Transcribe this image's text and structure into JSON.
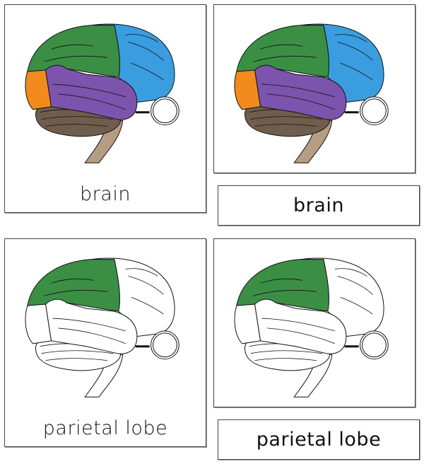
{
  "cards": [
    {
      "label": "brain",
      "image": "brain-colored-lobes",
      "has_caption": true
    },
    {
      "label": "",
      "image": "brain-colored-lobes",
      "has_caption": false
    },
    {
      "label": "parietal lobe",
      "image": "brain-parietal-highlight",
      "has_caption": true
    },
    {
      "label": "",
      "image": "brain-parietal-highlight",
      "has_caption": false
    }
  ],
  "label_boxes": [
    {
      "label": "brain"
    },
    {
      "label": "parietal lobe"
    }
  ],
  "colors": {
    "frontal": "#3a9de0",
    "parietal": "#3b8f45",
    "occipital": "#f28a1d",
    "temporal": "#7c53ad",
    "cerebellum": "#6f5e4d",
    "brainstem": "#b59d83",
    "outline": "#111111"
  }
}
